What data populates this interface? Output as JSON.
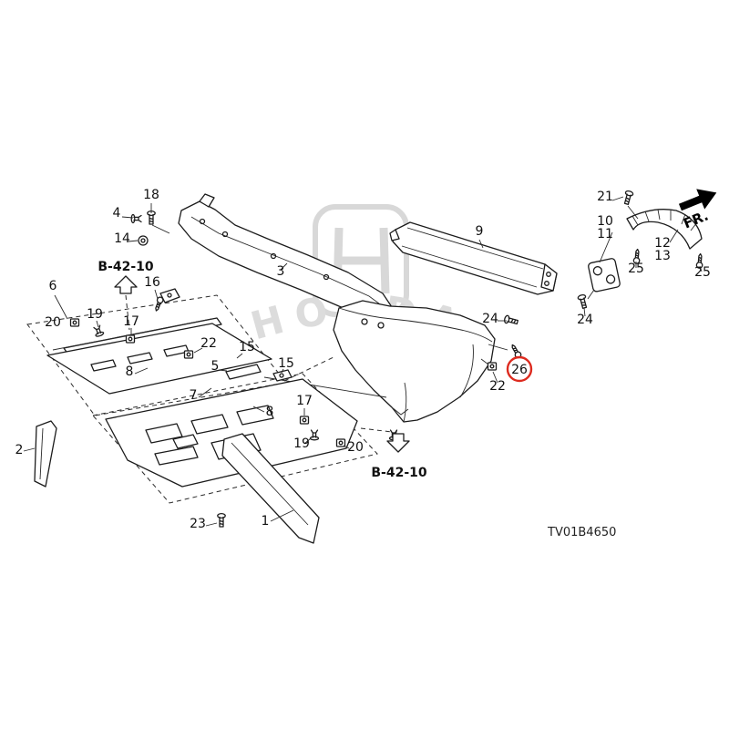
{
  "diagram": {
    "code": "TV01B4650",
    "direction_label": "FR.",
    "watermark": "HONDA",
    "highlight_color": "#dd2b1f",
    "line_color": "#1c1c1c",
    "watermark_color": "#d8d8d8"
  },
  "refs": [
    {
      "text": "B-42-10"
    },
    {
      "text": "B-42-10"
    }
  ],
  "callouts": [
    {
      "num": "18"
    },
    {
      "num": "4"
    },
    {
      "num": "14"
    },
    {
      "num": "16"
    },
    {
      "num": "3"
    },
    {
      "num": "9"
    },
    {
      "num": "21"
    },
    {
      "num": "10"
    },
    {
      "num": "11"
    },
    {
      "num": "12"
    },
    {
      "num": "13"
    },
    {
      "num": "25"
    },
    {
      "num": "25"
    },
    {
      "num": "6"
    },
    {
      "num": "20"
    },
    {
      "num": "19"
    },
    {
      "num": "17"
    },
    {
      "num": "22"
    },
    {
      "num": "15"
    },
    {
      "num": "15"
    },
    {
      "num": "5"
    },
    {
      "num": "8"
    },
    {
      "num": "7"
    },
    {
      "num": "8"
    },
    {
      "num": "24"
    },
    {
      "num": "24"
    },
    {
      "num": "26"
    },
    {
      "num": "22"
    },
    {
      "num": "17"
    },
    {
      "num": "19"
    },
    {
      "num": "20"
    },
    {
      "num": "2"
    },
    {
      "num": "23"
    },
    {
      "num": "1"
    }
  ]
}
